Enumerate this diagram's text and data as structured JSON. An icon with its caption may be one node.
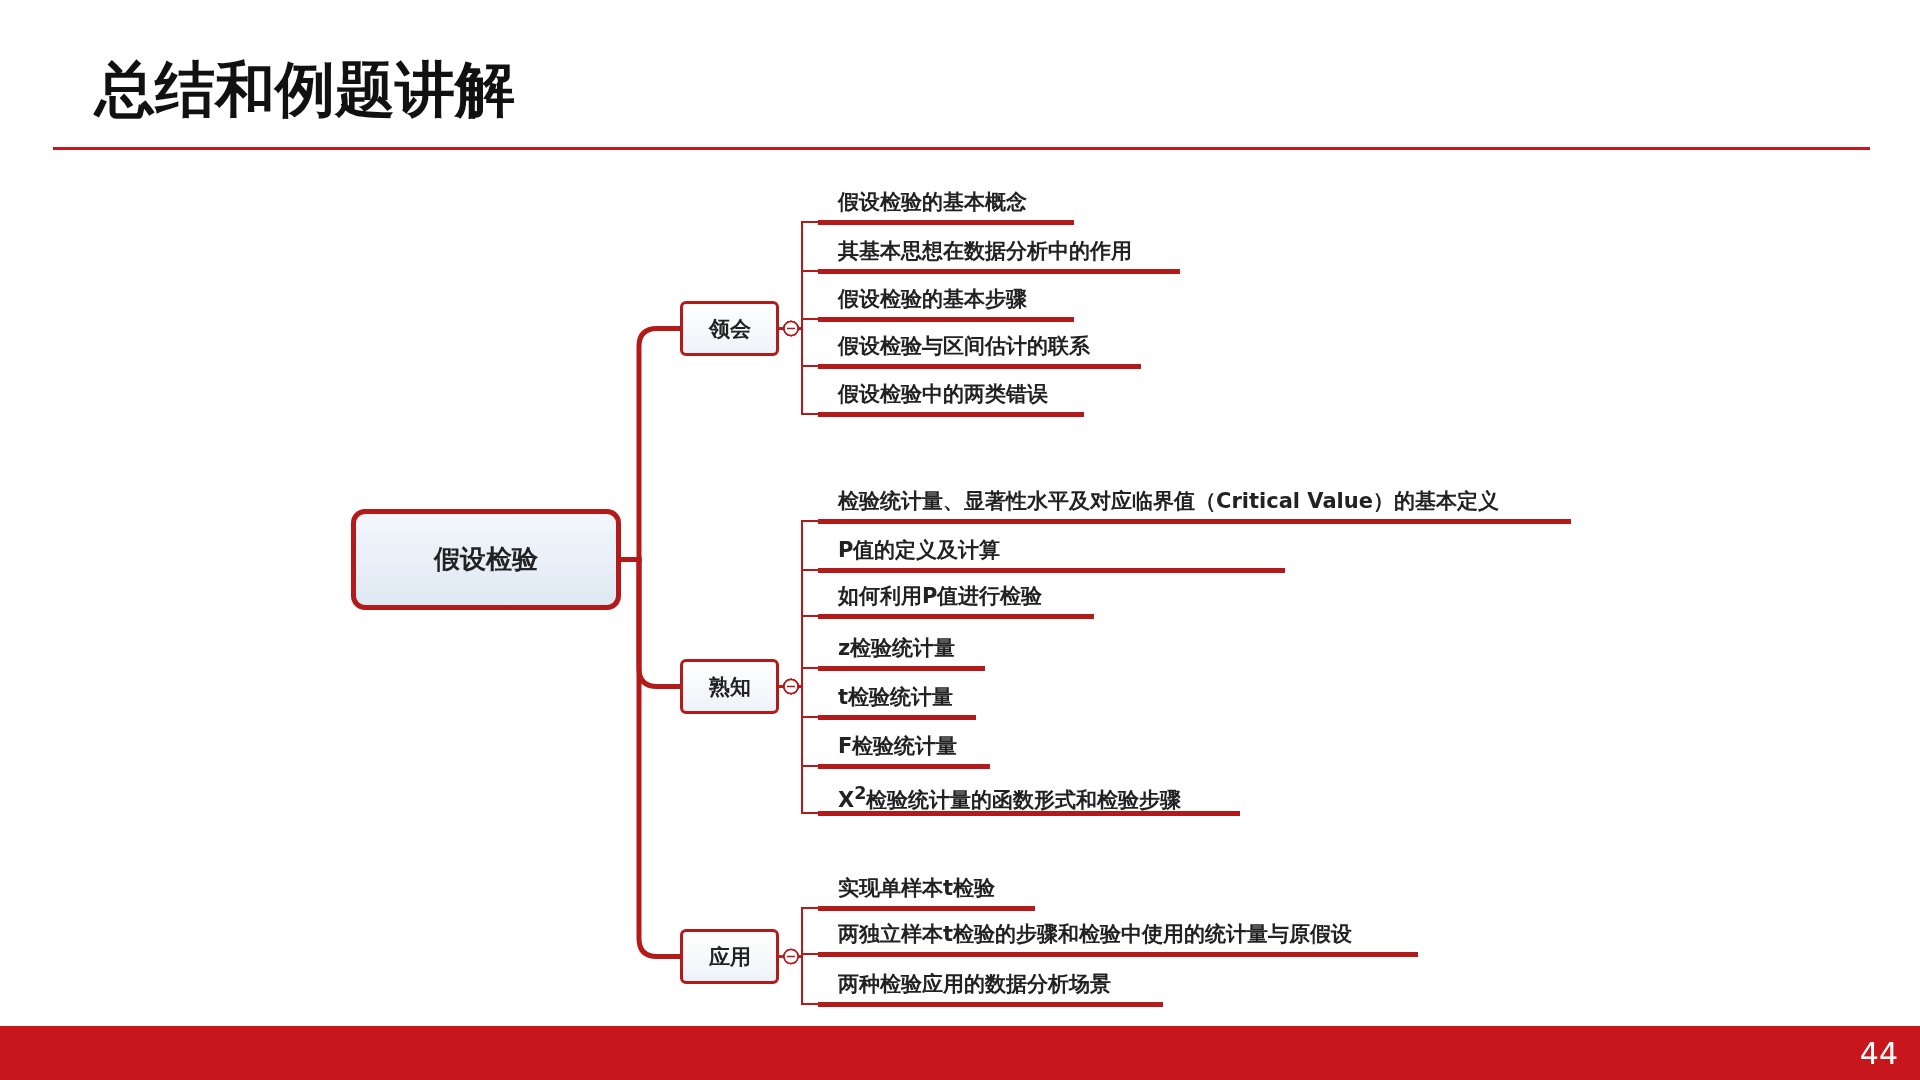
{
  "diagram": {
    "title": "总结和例题讲解",
    "nodes": [
      {
        "text": [
          "假设检验"
        ]
      },
      {
        "text": [
          "领会"
        ]
      },
      {
        "text": [
          "假设检验的基本概念"
        ]
      },
      {
        "text": [
          "其基本思想在数据分析中的作用"
        ]
      },
      {
        "text": [
          "假设检验的基本步骤"
        ]
      },
      {
        "text": [
          "假设检验与区间估计的联系"
        ]
      },
      {
        "text": [
          "假设检验中的两类错误"
        ]
      },
      {
        "text": [
          "熟知"
        ]
      },
      {
        "text": [
          "检验统计量、显著性水平及对应临界值（Critical Value）的基本定义"
        ]
      },
      {
        "text": [
          "P值的定义及计算"
        ]
      },
      {
        "text": [
          "如何利用P值进行检验"
        ]
      },
      {
        "text": [
          "z检验统计量"
        ]
      },
      {
        "text": [
          "t检验统计量"
        ]
      },
      {
        "text": [
          "F检验统计量"
        ]
      },
      {
        "text": [
          "X$^{2}$检验统计量的函数形式和检验步骤"
        ]
      },
      {
        "text": [
          "应用"
        ]
      },
      {
        "text": [
          "实现单样本t检验"
        ]
      },
      {
        "text": [
          "两独立样本t检验的步骤和检验中使用的统计量与原假设"
        ]
      },
      {
        "text": [
          "两种检验应用的数据分析场景"
        ]
      }
    ],
    "edges": [
      {
        "from": 0,
        "to": 1,
        "arrow": "none",
        "style": "thick"
      },
      {
        "from": 1,
        "to": 2,
        "arrow": "other"
      },
      {
        "from": 1,
        "to": 3,
        "arrow": "other"
      },
      {
        "from": 1,
        "to": 4,
        "arrow": "other"
      },
      {
        "from": 1,
        "to": 5,
        "arrow": "other"
      },
      {
        "from": 1,
        "to": 6,
        "arrow": "other"
      },
      {
        "from": 0,
        "to": 7,
        "arrow": "none",
        "style": "thick"
      },
      {
        "from": 7,
        "to": 8,
        "arrow": "other"
      },
      {
        "from": 7,
        "to": 9,
        "arrow": "other"
      },
      {
        "from": 7,
        "to": 10,
        "arrow": "other"
      },
      {
        "from": 7,
        "to": 11,
        "arrow": "other"
      },
      {
        "from": 7,
        "to": 12,
        "arrow": "other"
      },
      {
        "from": 7,
        "to": 13,
        "arrow": "other"
      },
      {
        "from": 7,
        "to": 14,
        "arrow": "other"
      },
      {
        "from": 0,
        "to": 15,
        "arrow": "none",
        "style": "thick"
      },
      {
        "from": 15,
        "to": 16,
        "arrow": "other"
      },
      {
        "from": 15,
        "to": 17,
        "arrow": "other"
      },
      {
        "from": 15,
        "to": 18,
        "arrow": "other"
      }
    ],
    "labels": [
      "44"
    ]
  }
}
